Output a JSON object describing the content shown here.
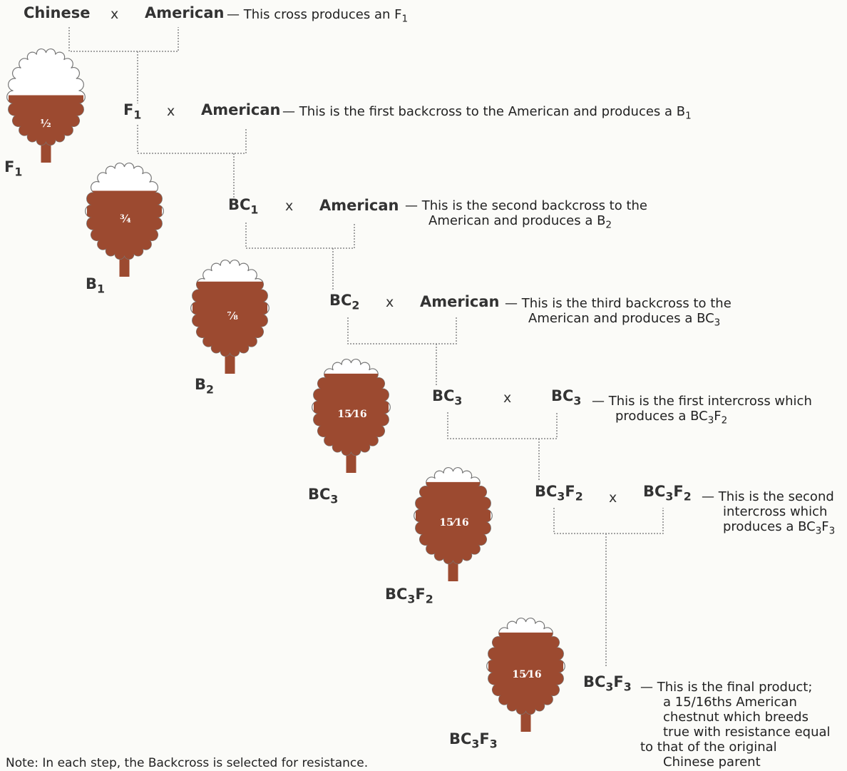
{
  "colors": {
    "tree_fill": "#9c4a30",
    "canopy_outline": "#777777",
    "connector_line": "#888888"
  },
  "steps": [
    {
      "left": "Chinese",
      "cross": "x",
      "right": "American",
      "desc": [
        "— This cross produces an F",
        "1"
      ]
    },
    {
      "left": [
        "F",
        "1"
      ],
      "cross": "x",
      "right": "American",
      "desc": [
        "— This is the first backcross to the American and produces a B",
        "1"
      ]
    },
    {
      "left": [
        "BC",
        "1"
      ],
      "cross": "x",
      "right": "American",
      "desc_line1": "— This is the second backcross to the",
      "desc_line2": [
        "American and produces a B",
        "2"
      ]
    },
    {
      "left": [
        "BC",
        "2"
      ],
      "cross": "x",
      "right": "American",
      "desc_line1": "— This is the third backcross to the",
      "desc_line2": [
        "American and produces a BC",
        "3"
      ]
    },
    {
      "left": [
        "BC",
        "3"
      ],
      "cross": "x",
      "right": [
        "BC",
        "3"
      ],
      "desc_line1": "— This is the first intercross which",
      "desc_line2": [
        "produces a BC",
        "3",
        "F",
        "2"
      ]
    },
    {
      "left": [
        "BC",
        "3",
        "F",
        "2"
      ],
      "cross": "x",
      "right": [
        "BC",
        "3",
        "F",
        "2"
      ],
      "desc_line1": "— This is the second",
      "desc_line2": "intercross which",
      "desc_line3": [
        "produces a BC",
        "3",
        "F",
        "3"
      ]
    }
  ],
  "final": {
    "label": [
      "BC",
      "3",
      "F",
      "3"
    ],
    "desc_lines": [
      "— This is the final product;",
      "a 15/16ths American",
      "chestnut which breeds",
      "true with resistance equal",
      "to that of the original",
      "Chinese parent"
    ]
  },
  "trees": [
    {
      "fraction": "½",
      "label": [
        "F",
        "1"
      ]
    },
    {
      "fraction": "¾",
      "label": [
        "B",
        "1"
      ]
    },
    {
      "fraction": "⅞",
      "label": [
        "B",
        "2"
      ]
    },
    {
      "fraction": "15⁄16",
      "label": [
        "BC",
        "3"
      ]
    },
    {
      "fraction": "15⁄16",
      "label": [
        "BC",
        "3",
        "F",
        "2"
      ]
    },
    {
      "fraction": "15⁄16",
      "label": [
        "BC",
        "3",
        "F",
        "3"
      ]
    }
  ],
  "note": "Note: In each step, the Backcross is selected for resistance."
}
